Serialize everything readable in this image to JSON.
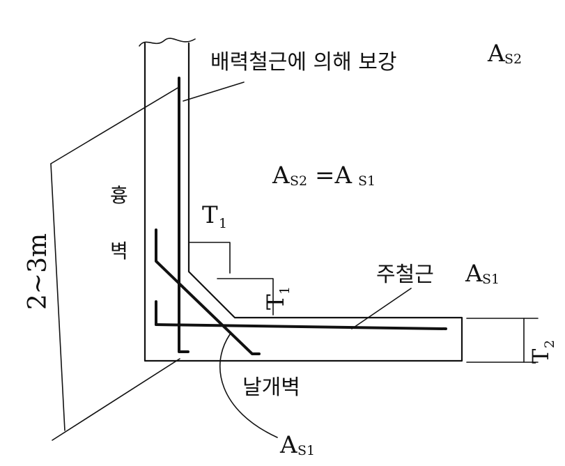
{
  "labels": {
    "top_rebar": "배력철근에 의해 보강",
    "top_rebar_sym": "A",
    "top_rebar_sub": "S2",
    "equation_lhs": "A",
    "equation_lhs_sub": "S2",
    "equation_mid": "=A",
    "equation_rhs_sub": "S1",
    "wall_char1": "흉",
    "wall_char2": "벽",
    "height": "2~3m",
    "t1_top": "T",
    "t1_top_sub": "1",
    "t1_rot": "T",
    "t1_rot_sub": "1",
    "t2": "T",
    "t2_sub": "2",
    "main_rebar": "주철근",
    "main_rebar_sym": "A",
    "main_rebar_sub": "S1",
    "wing_wall": "날개벽",
    "bottom_sym": "A",
    "bottom_sub": "S1"
  }
}
